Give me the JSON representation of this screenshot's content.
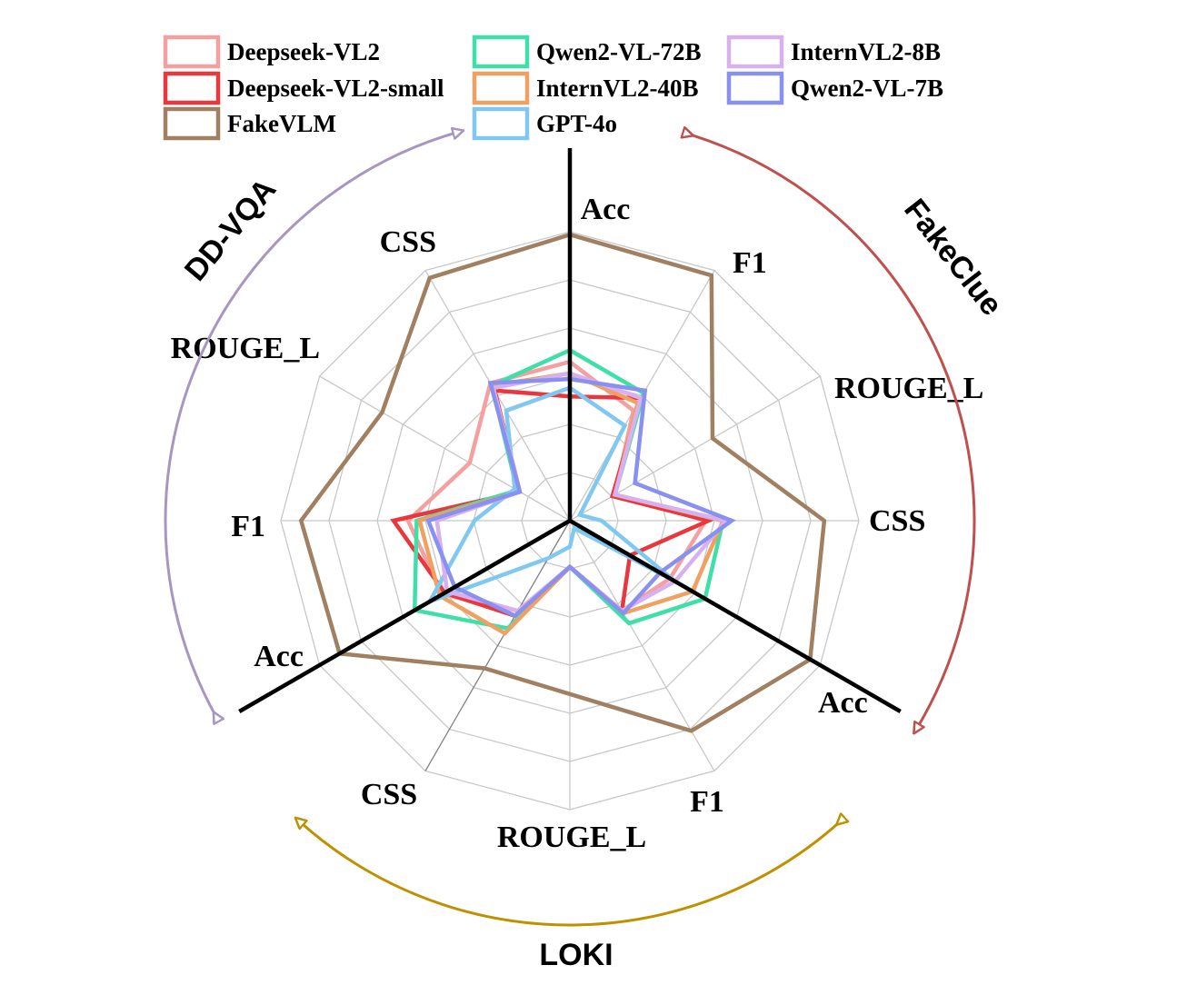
{
  "chart_data": {
    "type": "radar",
    "groups": [
      {
        "name": "FakeClue",
        "color": "#c0504d",
        "axes": [
          "Acc",
          "F1",
          "ROUGE_L",
          "CSS"
        ]
      },
      {
        "name": "LOKI",
        "color": "#bf9000",
        "axes": [
          "Acc",
          "F1",
          "ROUGE_L",
          "CSS"
        ]
      },
      {
        "name": "DD-VQA",
        "color": "#a796c0",
        "axes": [
          "Acc",
          "F1",
          "ROUGE_L",
          "CSS"
        ]
      }
    ],
    "axes": [
      "Acc",
      "F1",
      "ROUGE_L",
      "CSS",
      "Acc",
      "F1",
      "ROUGE_L",
      "CSS",
      "Acc",
      "F1",
      "ROUGE_L",
      "CSS"
    ],
    "rlim": [
      0,
      1
    ],
    "grid_levels": 6,
    "series": [
      {
        "name": "Deepseek-VL2",
        "color": "#f4a0a0",
        "values": [
          0.55,
          0.44,
          0.18,
          0.47,
          0.4,
          0.36,
          0.16,
          0.36,
          0.51,
          0.56,
          0.4,
          0.55
        ]
      },
      {
        "name": "Deepseek-VL2-small",
        "color": "#e8383d",
        "values": [
          0.43,
          0.49,
          0.17,
          0.48,
          0.24,
          0.36,
          0.16,
          0.38,
          0.5,
          0.61,
          0.2,
          0.52
        ]
      },
      {
        "name": "FakeVLM",
        "color": "#a08060",
        "values": [
          0.99,
          0.98,
          0.57,
          0.88,
          0.96,
          0.84,
          0.6,
          0.59,
          0.92,
          0.93,
          0.75,
          0.97
        ]
      },
      {
        "name": "Qwen2-VL-72B",
        "color": "#3ee0a8",
        "values": [
          0.59,
          0.51,
          0.18,
          0.53,
          0.54,
          0.41,
          0.16,
          0.43,
          0.62,
          0.53,
          0.21,
          0.54
        ]
      },
      {
        "name": "InternVL2-40B",
        "color": "#f0a060",
        "values": [
          0.51,
          0.47,
          0.18,
          0.53,
          0.49,
          0.37,
          0.16,
          0.45,
          0.52,
          0.52,
          0.2,
          0.54
        ]
      },
      {
        "name": "GPT-4o",
        "color": "#80c8f0",
        "values": [
          0.46,
          0.38,
          0.04,
          0.11,
          0.42,
          0.03,
          0.09,
          0.15,
          0.56,
          0.33,
          0.22,
          0.44
        ]
      },
      {
        "name": "InternVL2-8B",
        "color": "#d8b0f0",
        "values": [
          0.51,
          0.49,
          0.18,
          0.54,
          0.42,
          0.36,
          0.16,
          0.36,
          0.49,
          0.46,
          0.2,
          0.53
        ]
      },
      {
        "name": "Qwen2-VL-7B",
        "color": "#8890f0",
        "values": [
          0.49,
          0.52,
          0.26,
          0.56,
          0.36,
          0.37,
          0.16,
          0.38,
          0.46,
          0.49,
          0.2,
          0.55
        ]
      }
    ],
    "legend": {
      "placement": "top",
      "columns": 3
    }
  }
}
